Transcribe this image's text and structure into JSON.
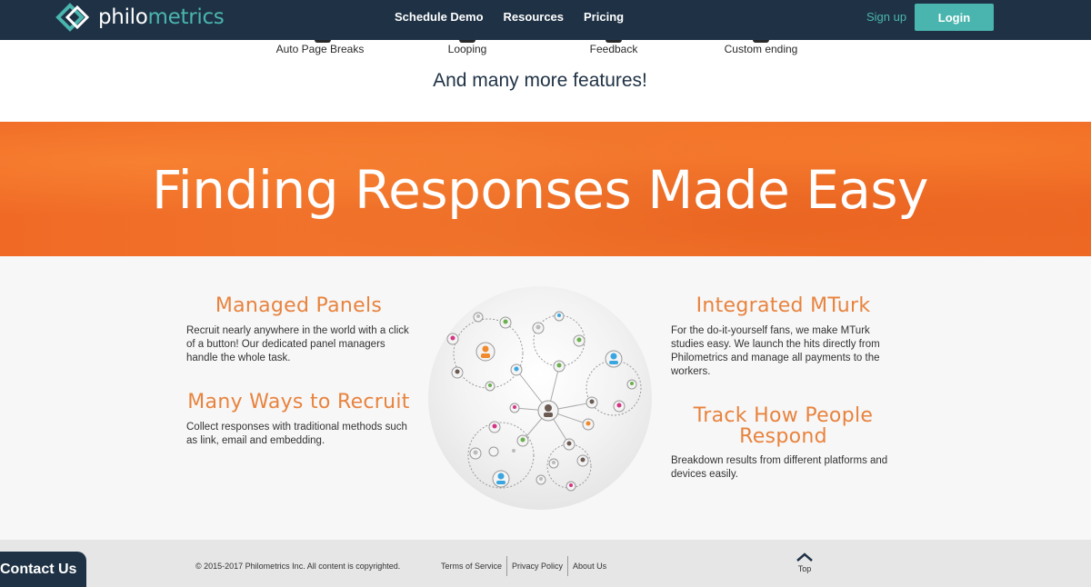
{
  "brand": {
    "logo_prefix": "philo",
    "logo_suffix": "metrics",
    "accent": "#4ab5ae",
    "navy": "#1f3245",
    "orange": "#e8833e"
  },
  "nav": {
    "items": [
      {
        "label": "Schedule Demo"
      },
      {
        "label": "Resources"
      },
      {
        "label": "Pricing"
      }
    ],
    "signup": "Sign up",
    "login": "Login"
  },
  "features": {
    "items": [
      {
        "label": "Auto Page Breaks"
      },
      {
        "label": "Looping"
      },
      {
        "label": "Feedback"
      },
      {
        "label": "Custom ending"
      }
    ],
    "more": "And many more features!"
  },
  "banner": {
    "title": "Finding Responses Made Easy"
  },
  "sections": {
    "managed_panels": {
      "title": "Managed Panels",
      "text": "Recruit nearly anywhere in the world with a click of a button! Our dedicated panel managers handle the whole task."
    },
    "many_ways": {
      "title": "Many Ways to Recruit",
      "text": "Collect responses with traditional methods such as link, email and embedding."
    },
    "mturk": {
      "title": "Integrated MTurk",
      "text": "For the do-it-yourself fans, we make MTurk studies easy. We launch the hits directly from Philometrics and manage all payments to the workers."
    },
    "track": {
      "title_line1": "Track How People",
      "title_line2": "Respond",
      "text": "Breakdown results from different platforms and devices easily."
    }
  },
  "network_icons": "person-network-illustration",
  "footer": {
    "copyright": "© 2015-2017 Philometrics Inc. All content is copyrighted.",
    "links": [
      "Terms of Service",
      "Privacy Policy",
      "About Us"
    ],
    "top": "Top",
    "contact": "Contact Us"
  }
}
